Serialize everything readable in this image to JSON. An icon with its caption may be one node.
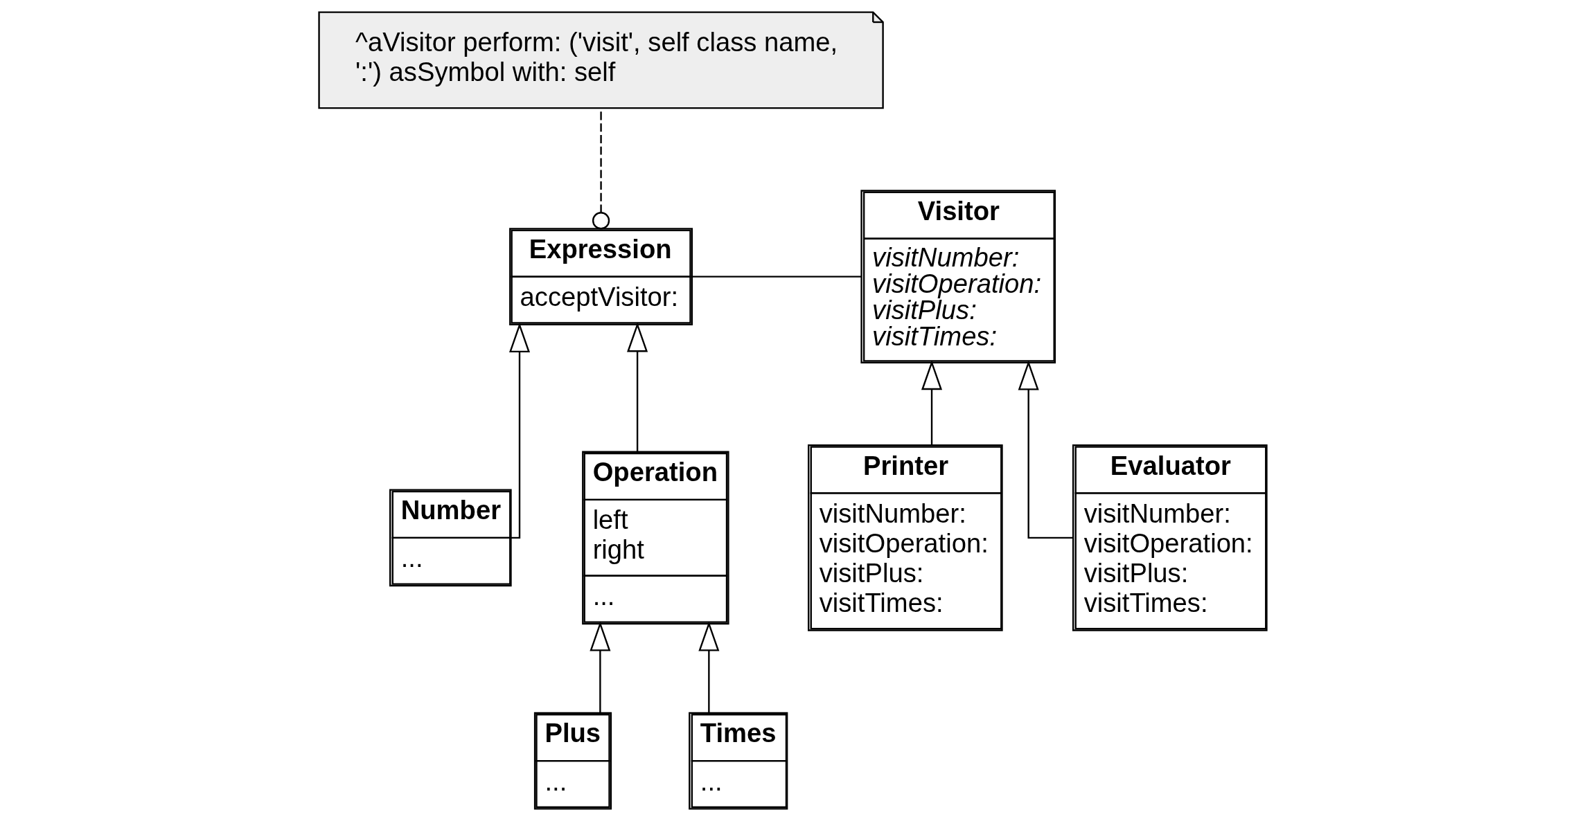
{
  "diagram": {
    "nodes": [
      {
        "text": [
          "^aVisitor perform: ('visit', self class name, ':') asSymbol with: self"
        ]
      },
      {
        "text": [
          "Expression",
          "acceptVisitor:"
        ]
      },
      {
        "text": [
          "Number",
          "..."
        ]
      },
      {
        "text": [
          "Operation",
          "left right",
          "..."
        ]
      },
      {
        "text": [
          "Plus",
          "..."
        ]
      },
      {
        "text": [
          "Times",
          "..."
        ]
      },
      {
        "text": [
          "Visitor",
          "visitNumber: visitOperation: visitPlus: visitTimes:"
        ]
      },
      {
        "text": [
          "Printer",
          "visitNumber: visitOperation: visitPlus: visitTimes:"
        ]
      },
      {
        "text": [
          "Evaluator",
          "visitNumber: visitOperation: visitPlus: visitTimes:"
        ]
      }
    ],
    "edges": [
      {
        "from": 0,
        "to": 1,
        "arrow": "other",
        "style": "dashed"
      },
      {
        "from": 1,
        "to": 6,
        "arrow": "none"
      },
      {
        "from": 2,
        "to": 1,
        "arrow": "to"
      },
      {
        "from": 3,
        "to": 1,
        "arrow": "to"
      },
      {
        "from": 4,
        "to": 3,
        "arrow": "to"
      },
      {
        "from": 5,
        "to": 3,
        "arrow": "to"
      },
      {
        "from": 7,
        "to": 6,
        "arrow": "to"
      },
      {
        "from": 8,
        "to": 6,
        "arrow": "to"
      }
    ]
  }
}
